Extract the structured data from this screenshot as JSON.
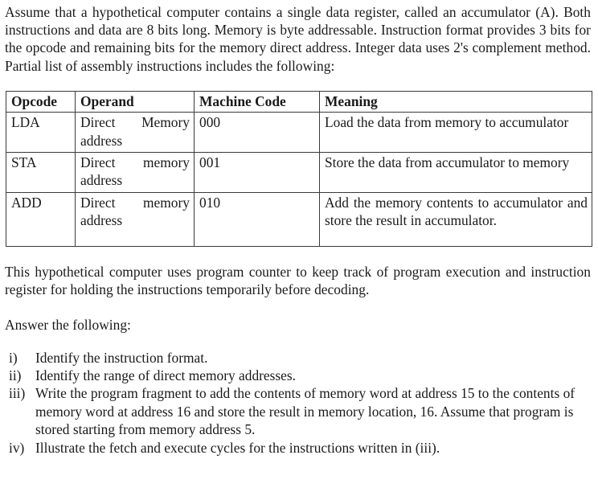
{
  "document": {
    "intro_paragraph": "Assume that a hypothetical computer contains a single data register, called an accumulator (A). Both instructions and data are 8 bits long. Memory is byte addressable. Instruction format provides 3 bits for the opcode and remaining bits for the memory direct address. Integer data uses 2's complement method. Partial list of assembly instructions includes the following:",
    "post_table_paragraph": "This hypothetical computer uses program counter to keep track of program execution and instruction register for holding the instructions temporarily before decoding.",
    "answer_prompt": "Answer the following:"
  },
  "table": {
    "headers": {
      "opcode": "Opcode",
      "operand": "Operand",
      "machine_code": "Machine Code",
      "meaning": "Meaning"
    },
    "rows": [
      {
        "opcode": "LDA",
        "operand": "Direct Memory address",
        "machine_code": "000",
        "meaning": "Load the data from memory to accumulator"
      },
      {
        "opcode": "STA",
        "operand": "Direct memory address",
        "machine_code": "001",
        "meaning": "Store the data from accumulator to memory"
      },
      {
        "opcode": "ADD",
        "operand": "Direct memory address",
        "machine_code": "010",
        "meaning": "Add the memory contents to accumulator and store the result in accumulator."
      }
    ]
  },
  "questions": [
    {
      "marker": "i)",
      "text": "Identify the instruction format."
    },
    {
      "marker": "ii)",
      "text": "Identify the range of direct memory addresses."
    },
    {
      "marker": "iii)",
      "text": "Write the program fragment to add the contents of memory word at address 15 to the contents of memory word at address 16 and store the result in memory location, 16. Assume that program is stored starting from memory address 5."
    },
    {
      "marker": "iv)",
      "text": "Illustrate the fetch and execute cycles for the instructions written in (iii)."
    }
  ],
  "colors": {
    "text": "#1a1a1a",
    "border": "#3a3a3a",
    "background": "#ffffff"
  }
}
